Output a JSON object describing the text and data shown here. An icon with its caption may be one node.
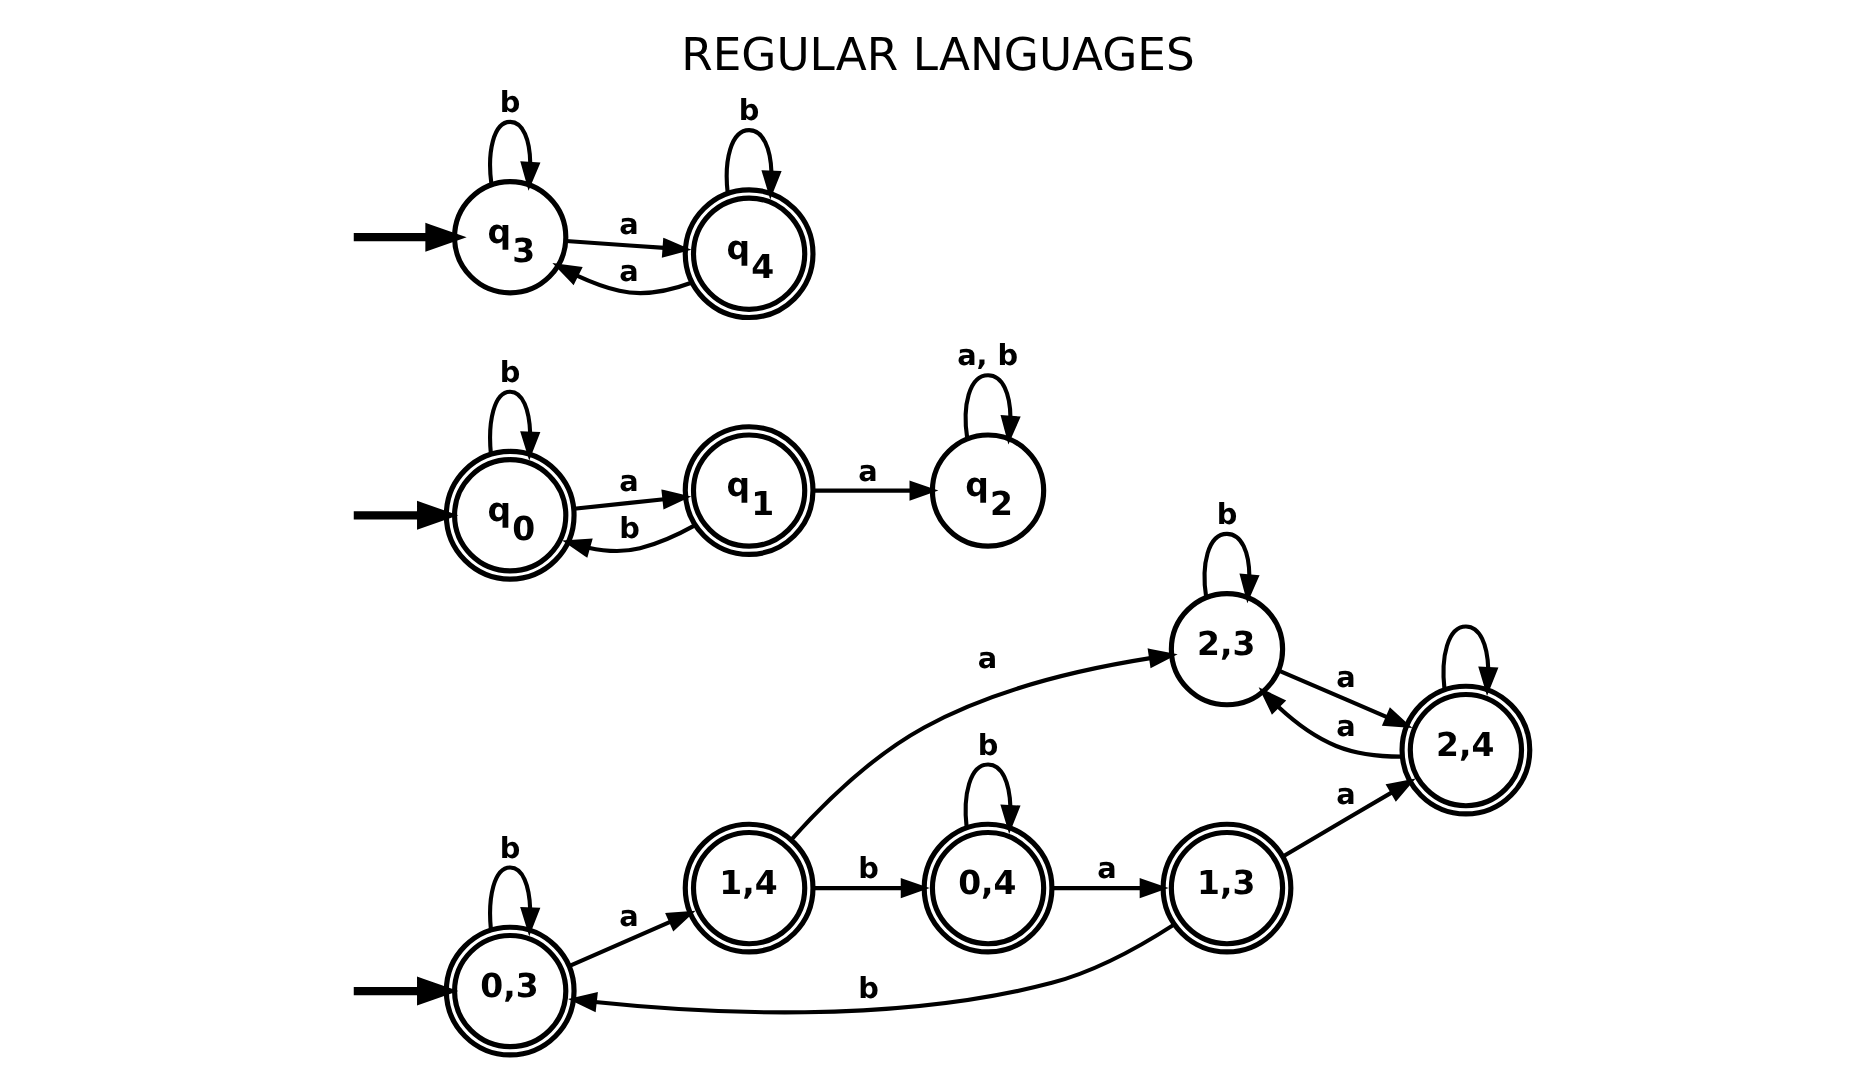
{
  "diagram": {
    "title": "REGULAR LANGUAGES",
    "nodes": [
      {
        "text": [
          "0,3"
        ]
      },
      {
        "text": [
          "1,4"
        ]
      },
      {
        "text": [
          "2,3"
        ]
      },
      {
        "text": [
          "2,4"
        ]
      },
      {
        "text": [
          "0,4"
        ]
      },
      {
        "text": [
          "1,3"
        ]
      },
      {
        "text": [
          "q$_{0}$"
        ]
      },
      {
        "text": [
          "q$_{1}$"
        ]
      },
      {
        "text": [
          "q$_{2}$"
        ]
      },
      {
        "text": [
          "q$_{3}$"
        ]
      },
      {
        "text": [
          "q$_{4}$"
        ]
      }
    ],
    "edges": [
      {
        "from": null,
        "to": 0,
        "arrow": "to",
        "style": "thick"
      },
      {
        "from": 0,
        "to": 1,
        "arrow": "to",
        "label": "a"
      },
      {
        "from": 1,
        "to": 2,
        "arrow": "to",
        "label": "a"
      },
      {
        "from": 2,
        "to": 3,
        "arrow": "to",
        "label": "a"
      },
      {
        "from": 3,
        "to": 2,
        "arrow": "to",
        "label": "a"
      },
      {
        "from": 2,
        "to": 2,
        "arrow": "to",
        "label": "b"
      },
      {
        "from": 3,
        "to": 3,
        "arrow": "to"
      },
      {
        "from": 0,
        "to": 0,
        "arrow": "to",
        "label": "b"
      },
      {
        "from": 1,
        "to": 4,
        "arrow": "to",
        "label": "b"
      },
      {
        "from": 5,
        "to": 0,
        "arrow": "to",
        "label": "b"
      },
      {
        "from": 4,
        "to": 4,
        "arrow": "to",
        "label": "b"
      },
      {
        "from": 4,
        "to": 5,
        "arrow": "to",
        "label": "a"
      },
      {
        "from": 5,
        "to": 3,
        "arrow": "to",
        "label": "a"
      },
      {
        "from": null,
        "to": 6,
        "arrow": "to",
        "style": "thick"
      },
      {
        "from": 6,
        "to": 7,
        "arrow": "to",
        "label": "a"
      },
      {
        "from": 7,
        "to": 6,
        "arrow": "to",
        "label": "b"
      },
      {
        "from": 6,
        "to": 6,
        "arrow": "to",
        "label": "b"
      },
      {
        "from": 7,
        "to": 8,
        "arrow": "to",
        "label": "a"
      },
      {
        "from": 8,
        "to": 8,
        "arrow": "to",
        "label": "a, b"
      },
      {
        "from": null,
        "to": 9,
        "arrow": "to",
        "style": "thick"
      },
      {
        "from": 9,
        "to": 10,
        "arrow": "to",
        "label": "a"
      },
      {
        "from": 10,
        "to": 9,
        "arrow": "to",
        "label": "a"
      },
      {
        "from": 9,
        "to": 9,
        "arrow": "to",
        "label": "b"
      },
      {
        "from": 10,
        "to": 10,
        "arrow": "to",
        "label": "b"
      }
    ]
  }
}
